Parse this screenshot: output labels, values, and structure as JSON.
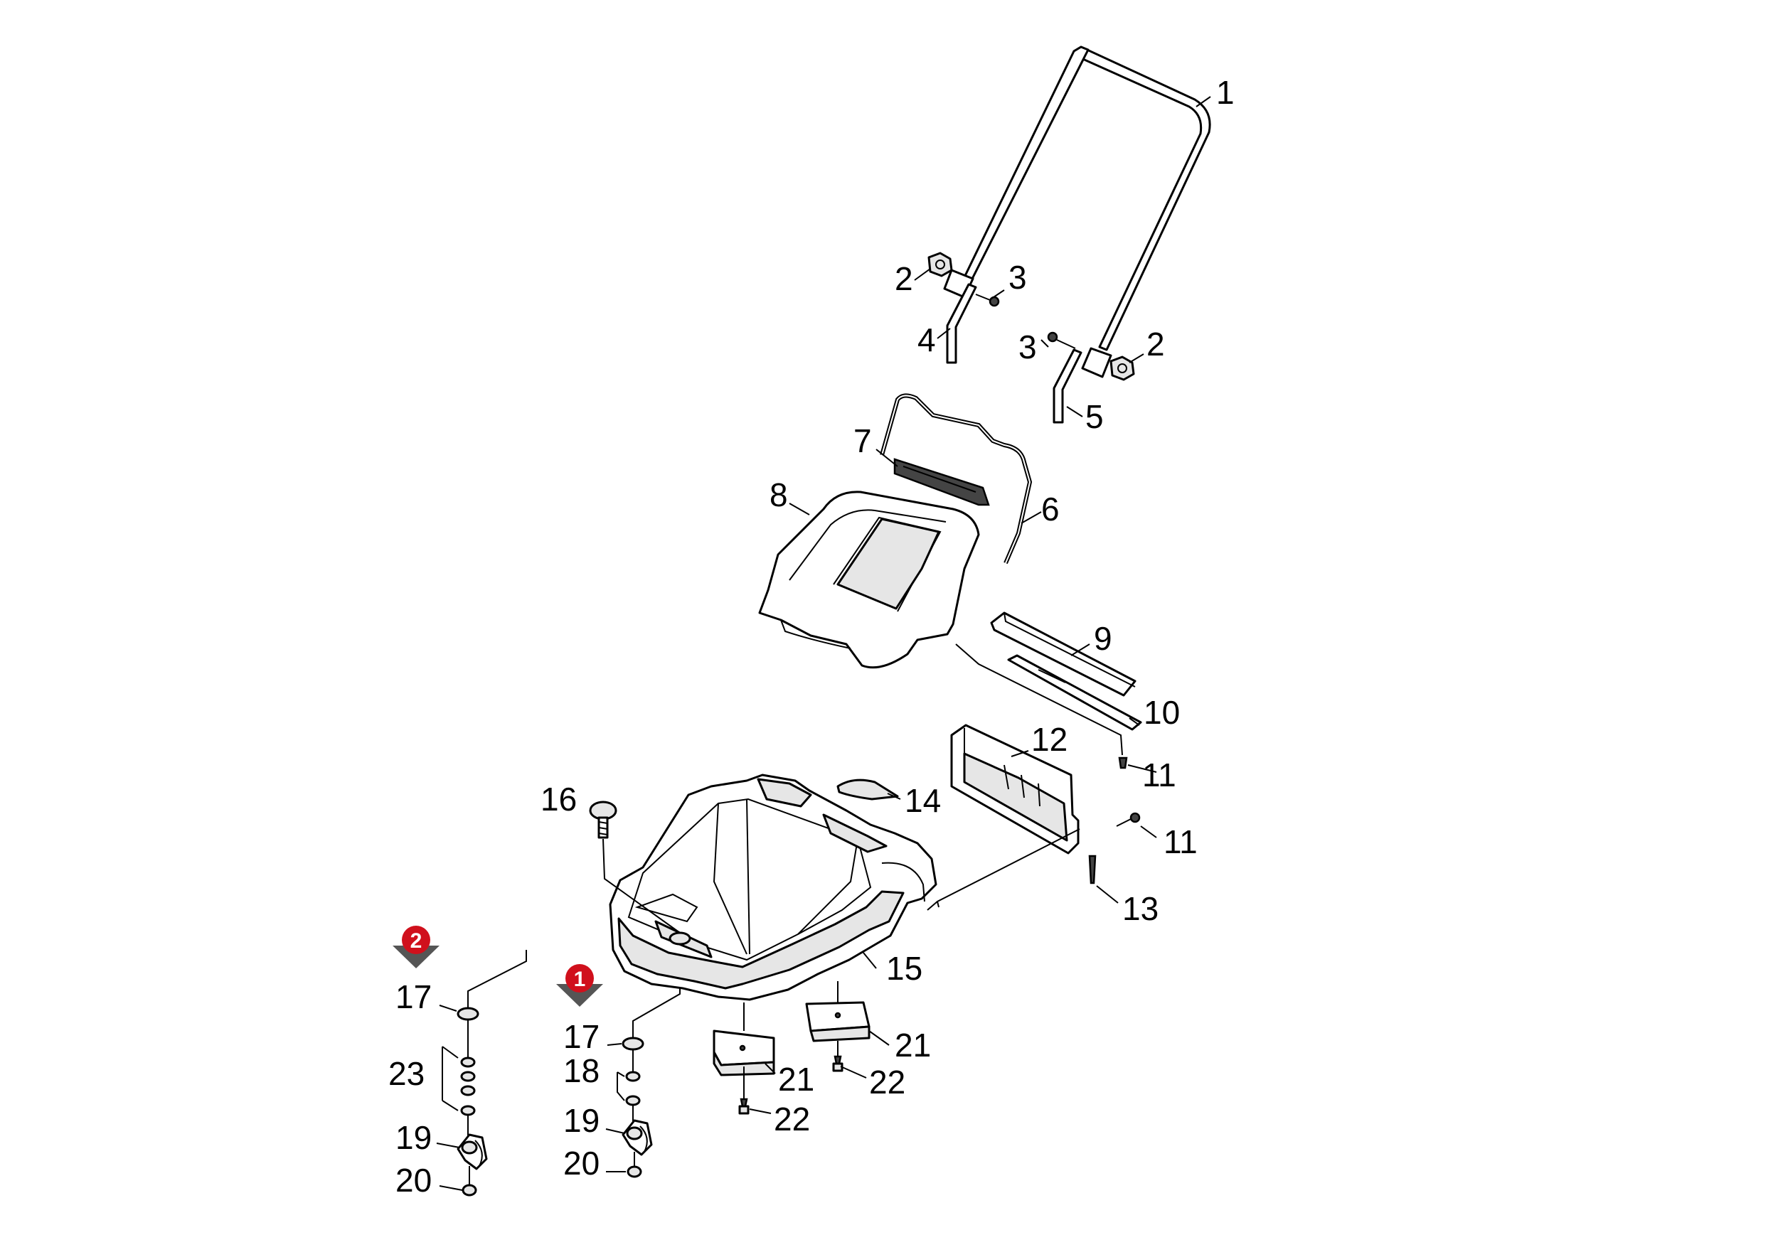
{
  "callouts": {
    "c1": "1",
    "c2a": "2",
    "c2b": "2",
    "c3a": "3",
    "c3b": "3",
    "c4": "4",
    "c5": "5",
    "c6": "6",
    "c7": "7",
    "c8": "8",
    "c9": "9",
    "c10": "10",
    "c11a": "11",
    "c11b": "11",
    "c12": "12",
    "c13": "13",
    "c14": "14",
    "c15": "15",
    "c16": "16",
    "c17a": "17",
    "c17b": "17",
    "c18": "18",
    "c19a": "19",
    "c19b": "19",
    "c20a": "20",
    "c20b": "20",
    "c21a": "21",
    "c21b": "21",
    "c22a": "22",
    "c22b": "22",
    "c23": "23"
  },
  "variant_badges": {
    "badge_1": "1",
    "badge_2": "2"
  },
  "colors": {
    "badge": "#d0101c",
    "badge_shadow": "#555555",
    "line": "#000000",
    "shading": "#e6e6e6"
  }
}
